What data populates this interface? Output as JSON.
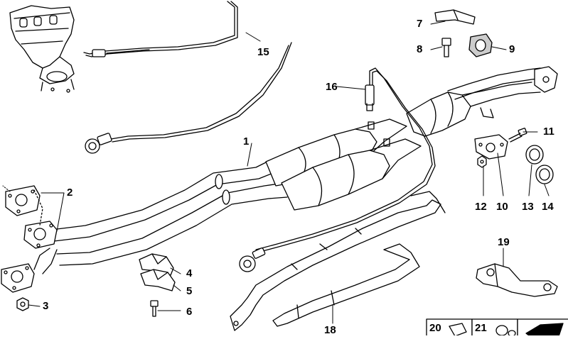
{
  "diagram": {
    "type": "exploded-parts-diagram",
    "line_color": "#000000",
    "part_fill": "#dcdcdc",
    "callouts": [
      "1",
      "2",
      "3",
      "4",
      "5",
      "6",
      "7",
      "8",
      "9",
      "10",
      "11",
      "12",
      "13",
      "14",
      "15",
      "16",
      "18",
      "19",
      "20",
      "21"
    ]
  }
}
